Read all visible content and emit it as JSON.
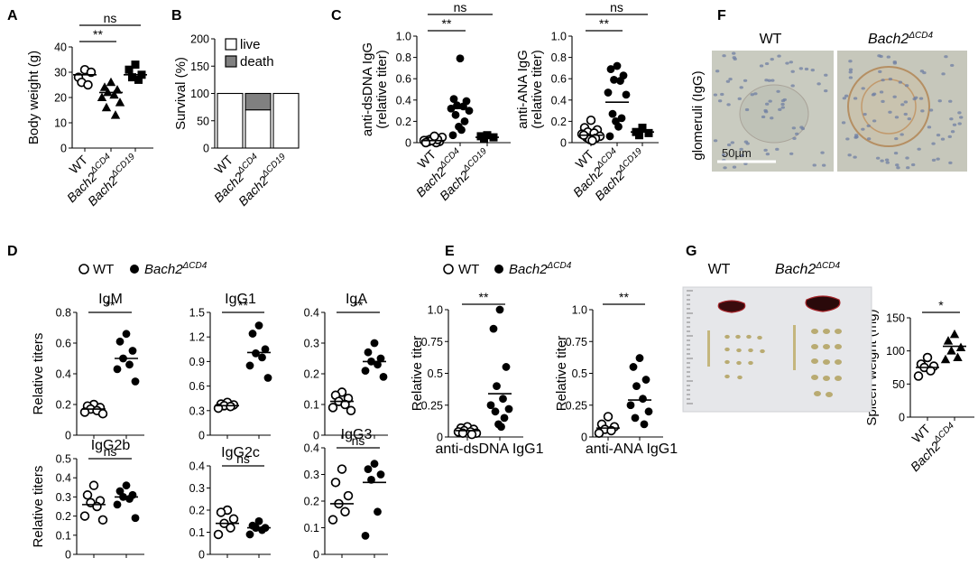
{
  "labels": {
    "A": "A",
    "B": "B",
    "C": "C",
    "D": "D",
    "E": "E",
    "F": "F",
    "G": "G"
  },
  "groups": {
    "wt": "WT",
    "bach_main": "Bach2",
    "cd4": "ΔCD4",
    "cd19": "ΔCD19"
  },
  "legend_main": {
    "wt": "WT",
    "bach_main": "Bach2",
    "bach_sup": "ΔCD4"
  },
  "photo_F": {
    "ylabel": "glomeruli (IgG)",
    "left_title": "WT",
    "right_title_main": "Bach2",
    "right_title_sup": "ΔCD4",
    "scalebar": "50µm"
  },
  "photo_G": {
    "left_title": "WT",
    "right_title_main": "Bach2",
    "right_title_sup": "ΔCD4"
  },
  "colors": {
    "marker": "#000000",
    "death": "#808080",
    "tissue": "#c9cbc0",
    "plate": "#e6e7ea"
  },
  "chart_data": [
    {
      "id": "A",
      "type": "scatter",
      "ylabel": "Body weight (g)",
      "ylim": [
        0,
        40
      ],
      "yticks": [
        "0",
        "10",
        "20",
        "30",
        "40"
      ],
      "xticks": [
        "WT",
        "Bach2ΔCD4",
        "Bach2ΔCD19"
      ],
      "series": [
        {
          "name": "WT",
          "marker": "circle-open",
          "values": [
            31,
            28,
            30,
            26,
            25
          ],
          "mean": 29
        },
        {
          "name": "Bach2ΔCD4",
          "marker": "triangle",
          "values": [
            26,
            24,
            23,
            22,
            21,
            20,
            18,
            16,
            13
          ],
          "mean": 22
        },
        {
          "name": "Bach2ΔCD19",
          "marker": "square",
          "values": [
            33,
            31,
            29,
            28,
            27
          ],
          "mean": 29
        }
      ],
      "sig": [
        {
          "text": "ns",
          "from": 0,
          "to": 2,
          "row": 1
        },
        {
          "text": "**",
          "from": 0,
          "to": 1,
          "row": 0
        }
      ]
    },
    {
      "id": "B",
      "type": "bar",
      "ylabel": "Survival (%)",
      "ylim": [
        0,
        200
      ],
      "yticks": [
        "0",
        "50",
        "100",
        "150",
        "200"
      ],
      "categories": [
        "WT",
        "Bach2ΔCD4",
        "Bach2ΔCD19"
      ],
      "series": [
        {
          "name": "live",
          "values": [
            100,
            70,
            100
          ]
        },
        {
          "name": "death",
          "values": [
            0,
            30,
            0
          ]
        }
      ]
    },
    {
      "id": "C1",
      "type": "scatter",
      "ylabel": [
        "anti-dsDNA IgG",
        "(relative titer)"
      ],
      "ylim": [
        0,
        1.0
      ],
      "yticks": [
        "0",
        "0.2",
        "0.4",
        "0.6",
        "0.8",
        "1.0"
      ],
      "xticks": [
        "WT",
        "Bach2ΔCD4",
        "Bach2ΔCD19"
      ],
      "series": [
        {
          "name": "WT",
          "marker": "circle-open",
          "values": [
            0.04,
            0.02,
            0.01,
            0.03,
            0.0,
            0.02,
            0.05,
            0.01,
            0.03,
            0.02,
            0.06,
            0.0
          ],
          "mean": 0.02
        },
        {
          "name": "Bach2ΔCD4",
          "marker": "circle",
          "values": [
            0.79,
            0.41,
            0.39,
            0.35,
            0.34,
            0.32,
            0.3,
            0.26,
            0.2,
            0.15,
            0.12,
            0.07
          ],
          "mean": 0.32
        },
        {
          "name": "Bach2ΔCD19",
          "marker": "square",
          "values": [
            0.07,
            0.06,
            0.05,
            0.04
          ],
          "mean": 0.05
        }
      ],
      "sig": [
        {
          "text": "ns",
          "from": 0,
          "to": 2,
          "row": 1
        },
        {
          "text": "**",
          "from": 0,
          "to": 1,
          "row": 0
        }
      ]
    },
    {
      "id": "C2",
      "type": "scatter",
      "ylabel": [
        "anti-ANA IgG",
        "(relative titer)"
      ],
      "ylim": [
        0,
        1.0
      ],
      "yticks": [
        "0",
        "0.2",
        "0.4",
        "0.6",
        "0.8",
        "1.0"
      ],
      "xticks": [
        "WT",
        "Bach2ΔCD4",
        "Bach2ΔCD19"
      ],
      "series": [
        {
          "name": "WT",
          "marker": "circle-open",
          "values": [
            0.21,
            0.14,
            0.12,
            0.1,
            0.09,
            0.08,
            0.06,
            0.05,
            0.04,
            0.03,
            0.02,
            0.07
          ],
          "mean": 0.07
        },
        {
          "name": "Bach2ΔCD4",
          "marker": "circle",
          "values": [
            0.72,
            0.69,
            0.63,
            0.59,
            0.58,
            0.47,
            0.45,
            0.27,
            0.23,
            0.2,
            0.15,
            0.06
          ],
          "mean": 0.38
        },
        {
          "name": "Bach2ΔCD19",
          "marker": "square",
          "values": [
            0.14,
            0.1,
            0.09,
            0.07
          ],
          "mean": 0.1
        }
      ],
      "sig": [
        {
          "text": "ns",
          "from": 0,
          "to": 2,
          "row": 1
        },
        {
          "text": "**",
          "from": 0,
          "to": 1,
          "row": 0
        }
      ]
    },
    {
      "id": "D-IgM",
      "type": "scatter",
      "title": "IgM",
      "ylabel": "Relative titers",
      "ylim": [
        0,
        0.8
      ],
      "yticks": [
        "0",
        "0.2",
        "0.4",
        "0.6",
        "0.8"
      ],
      "series": [
        {
          "name": "WT",
          "marker": "circle-open",
          "values": [
            0.2,
            0.19,
            0.18,
            0.17,
            0.16,
            0.15,
            0.14
          ],
          "mean": 0.17
        },
        {
          "name": "Bach2ΔCD4",
          "marker": "circle",
          "values": [
            0.66,
            0.61,
            0.55,
            0.5,
            0.46,
            0.43,
            0.35
          ],
          "mean": 0.5
        }
      ],
      "sig": [
        {
          "text": "**",
          "from": 0,
          "to": 1,
          "row": 0
        }
      ]
    },
    {
      "id": "D-IgG1",
      "type": "scatter",
      "title": "IgG1",
      "ylim": [
        0,
        1.5
      ],
      "yticks": [
        "0",
        "0.3",
        "0.6",
        "0.9",
        "1.2",
        "1.5"
      ],
      "series": [
        {
          "name": "WT",
          "marker": "circle-open",
          "values": [
            0.4,
            0.38,
            0.37,
            0.36,
            0.35,
            0.33
          ],
          "mean": 0.36
        },
        {
          "name": "Bach2ΔCD4",
          "marker": "circle",
          "values": [
            1.34,
            1.24,
            1.05,
            1.0,
            0.95,
            0.85,
            0.7
          ],
          "mean": 1.01
        }
      ],
      "sig": [
        {
          "text": "**",
          "from": 0,
          "to": 1,
          "row": 0
        }
      ]
    },
    {
      "id": "D-IgA",
      "type": "scatter",
      "title": "IgA",
      "ylim": [
        0,
        0.4
      ],
      "yticks": [
        "0",
        "0.1",
        "0.2",
        "0.3",
        "0.4"
      ],
      "series": [
        {
          "name": "WT",
          "marker": "circle-open",
          "values": [
            0.14,
            0.13,
            0.12,
            0.11,
            0.1,
            0.09,
            0.08
          ],
          "mean": 0.11
        },
        {
          "name": "Bach2ΔCD4",
          "marker": "circle",
          "values": [
            0.3,
            0.27,
            0.25,
            0.24,
            0.23,
            0.21,
            0.19
          ],
          "mean": 0.24
        }
      ],
      "sig": [
        {
          "text": "**",
          "from": 0,
          "to": 1,
          "row": 0
        }
      ]
    },
    {
      "id": "D-IgG2b",
      "type": "scatter",
      "title": "IgG2b",
      "ylabel": "Relative titers",
      "ylim": [
        0,
        0.5
      ],
      "yticks": [
        "0",
        "0.1",
        "0.2",
        "0.3",
        "0.4",
        "0.5"
      ],
      "series": [
        {
          "name": "WT",
          "marker": "circle-open",
          "values": [
            0.36,
            0.31,
            0.28,
            0.27,
            0.25,
            0.2,
            0.18
          ],
          "mean": 0.26
        },
        {
          "name": "Bach2ΔCD4",
          "marker": "circle",
          "values": [
            0.36,
            0.33,
            0.31,
            0.3,
            0.29,
            0.26,
            0.19
          ],
          "mean": 0.3
        }
      ],
      "sig": [
        {
          "text": "ns",
          "from": 0,
          "to": 1,
          "row": 0
        }
      ]
    },
    {
      "id": "D-IgG2c",
      "type": "scatter",
      "title": "IgG2c",
      "ylim": [
        0,
        0.4
      ],
      "yticks": [
        "0",
        "0.1",
        "0.2",
        "0.3",
        "0.4"
      ],
      "series": [
        {
          "name": "WT",
          "marker": "circle-open",
          "values": [
            0.2,
            0.19,
            0.16,
            0.14,
            0.12,
            0.09
          ],
          "mean": 0.14
        },
        {
          "name": "Bach2ΔCD4",
          "marker": "circle",
          "values": [
            0.15,
            0.13,
            0.12,
            0.12,
            0.11,
            0.09
          ],
          "mean": 0.12
        }
      ],
      "sig": [
        {
          "text": "ns",
          "from": 0,
          "to": 1,
          "row": 0
        }
      ]
    },
    {
      "id": "D-IgG3",
      "type": "scatter",
      "title": "IgG3",
      "ylim": [
        0,
        0.4
      ],
      "yticks": [
        "0",
        "0.1",
        "0.2",
        "0.3",
        "0.4"
      ],
      "series": [
        {
          "name": "WT",
          "marker": "circle-open",
          "values": [
            0.32,
            0.27,
            0.22,
            0.19,
            0.16,
            0.13
          ],
          "mean": 0.19
        },
        {
          "name": "Bach2ΔCD4",
          "marker": "circle",
          "values": [
            0.34,
            0.32,
            0.3,
            0.28,
            0.16,
            0.07
          ],
          "mean": 0.27
        }
      ],
      "sig": [
        {
          "text": "ns",
          "from": 0,
          "to": 1,
          "row": 0
        }
      ]
    },
    {
      "id": "E1",
      "type": "scatter",
      "ylabel": "Relative titer",
      "ylim": [
        0,
        1.0
      ],
      "yticks": [
        "0",
        "0.25",
        "0.5",
        "0.75",
        "1.0"
      ],
      "xlabel": "anti-dsDNA IgG1",
      "series": [
        {
          "name": "WT",
          "marker": "circle-open",
          "values": [
            0.08,
            0.07,
            0.06,
            0.05,
            0.04,
            0.04,
            0.03,
            0.03,
            0.02
          ],
          "mean": 0.05
        },
        {
          "name": "Bach2ΔCD4",
          "marker": "circle",
          "values": [
            1.0,
            0.85,
            0.55,
            0.4,
            0.3,
            0.25,
            0.22,
            0.2,
            0.15,
            0.1,
            0.08
          ],
          "mean": 0.34
        }
      ],
      "sig": [
        {
          "text": "**",
          "from": 0,
          "to": 1,
          "row": 0
        }
      ]
    },
    {
      "id": "E2",
      "type": "scatter",
      "ylabel": "Relative titer",
      "ylim": [
        0,
        1.0
      ],
      "yticks": [
        "0",
        "0.25",
        "0.5",
        "0.75",
        "1.0"
      ],
      "xlabel": "anti-ANA IgG1",
      "series": [
        {
          "name": "WT",
          "marker": "circle-open",
          "values": [
            0.16,
            0.1,
            0.08,
            0.06,
            0.05,
            0.03
          ],
          "mean": 0.07
        },
        {
          "name": "Bach2ΔCD4",
          "marker": "circle",
          "values": [
            0.62,
            0.55,
            0.45,
            0.4,
            0.3,
            0.25,
            0.2,
            0.15,
            0.1
          ],
          "mean": 0.29
        }
      ],
      "sig": [
        {
          "text": "**",
          "from": 0,
          "to": 1,
          "row": 0
        }
      ]
    },
    {
      "id": "G",
      "type": "scatter",
      "ylabel": "Spleen weight (mg)",
      "ylim": [
        0,
        150
      ],
      "yticks": [
        "0",
        "50",
        "100",
        "150"
      ],
      "xticks": [
        "WT",
        "Bach2ΔCD4"
      ],
      "series": [
        {
          "name": "WT",
          "marker": "circle-open",
          "values": [
            90,
            80,
            77,
            75,
            70,
            62
          ],
          "mean": 75
        },
        {
          "name": "Bach2ΔCD4",
          "marker": "triangle",
          "values": [
            125,
            115,
            105,
            100,
            90,
            87
          ],
          "mean": 107
        }
      ],
      "sig": [
        {
          "text": "*",
          "from": 0,
          "to": 1,
          "row": 0
        }
      ]
    }
  ]
}
